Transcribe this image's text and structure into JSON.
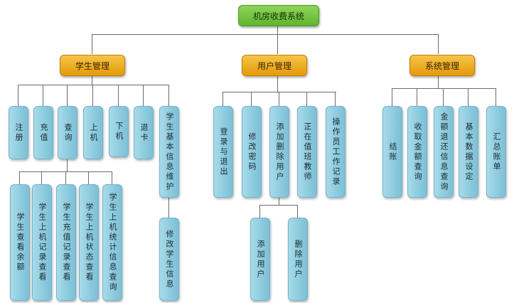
{
  "root": {
    "label": "机房收费系统"
  },
  "branches": [
    {
      "label": "学生管理",
      "children": [
        "注册",
        "充值",
        "查询",
        "上机",
        "下机",
        "退卡",
        "学生基本信息维护"
      ],
      "query_children": [
        "学生查看余额",
        "学生上机记录查看",
        "学生充值记录查看",
        "学生上机状态查看",
        "学生上机统计信息查询"
      ],
      "maintain_children": [
        "修改学生信息"
      ]
    },
    {
      "label": "用户管理",
      "children": [
        "登录与退出",
        "修改密码",
        "添加删除用户",
        "正在值班教师",
        "操作员工作记录"
      ],
      "add_remove_children": [
        "添加用户",
        "删除用户"
      ]
    },
    {
      "label": "系统管理",
      "children": [
        "结账",
        "收取金额查询",
        "金额退还信息查询",
        "基本数据设定",
        "汇总账单"
      ]
    }
  ],
  "colors": {
    "root": "#6cc03a",
    "branch": "#eda91c",
    "leaf": "#8fcde0",
    "line": "#6b6b6b"
  }
}
